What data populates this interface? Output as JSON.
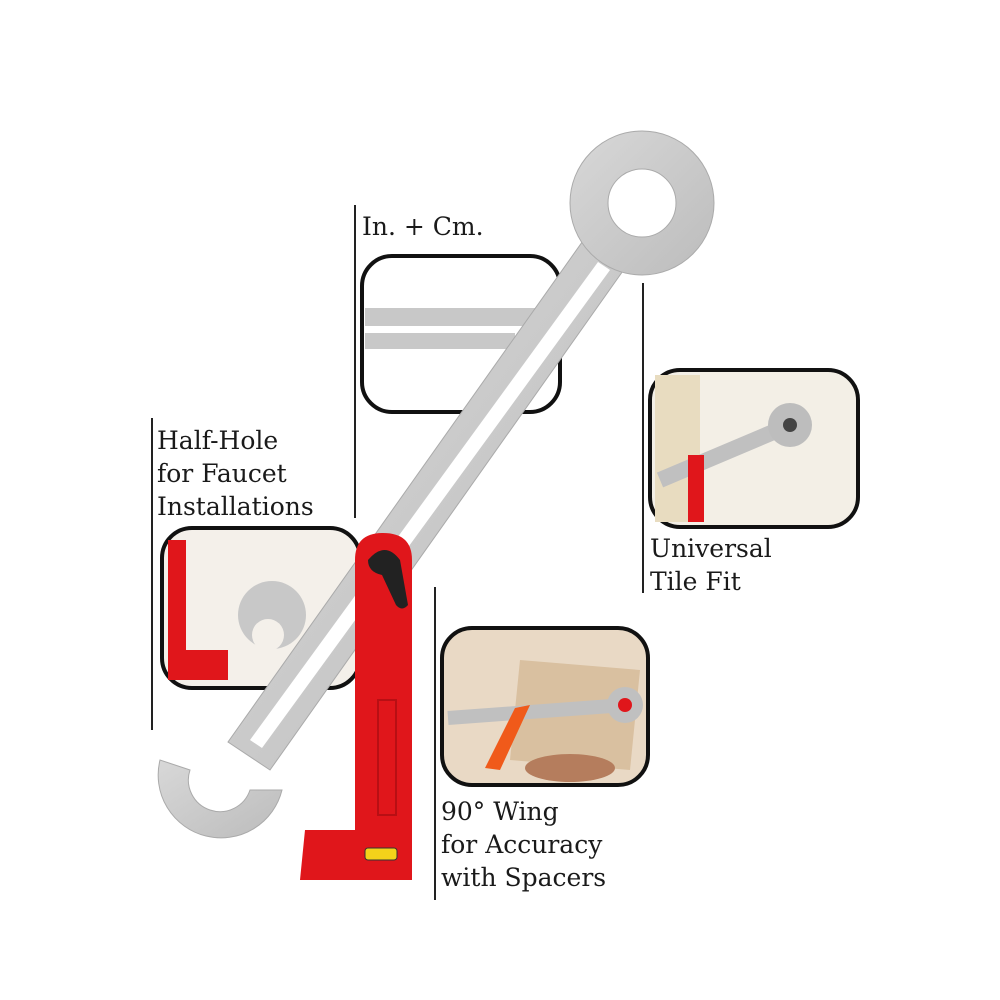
{
  "callouts": {
    "scale": {
      "label": "In. + Cm."
    },
    "half_hole": {
      "line1": "Half-Hole",
      "line2": "for Faucet",
      "line3": "Installations"
    },
    "tile_fit": {
      "line1": "Universal",
      "line2": "Tile Fit"
    },
    "wing": {
      "line1": "90° Wing",
      "line2": "for Accuracy",
      "line3": "with Spacers"
    }
  },
  "colors": {
    "tool_red": "#e0161b",
    "steel": "#c9c9c9",
    "border": "#111111"
  }
}
